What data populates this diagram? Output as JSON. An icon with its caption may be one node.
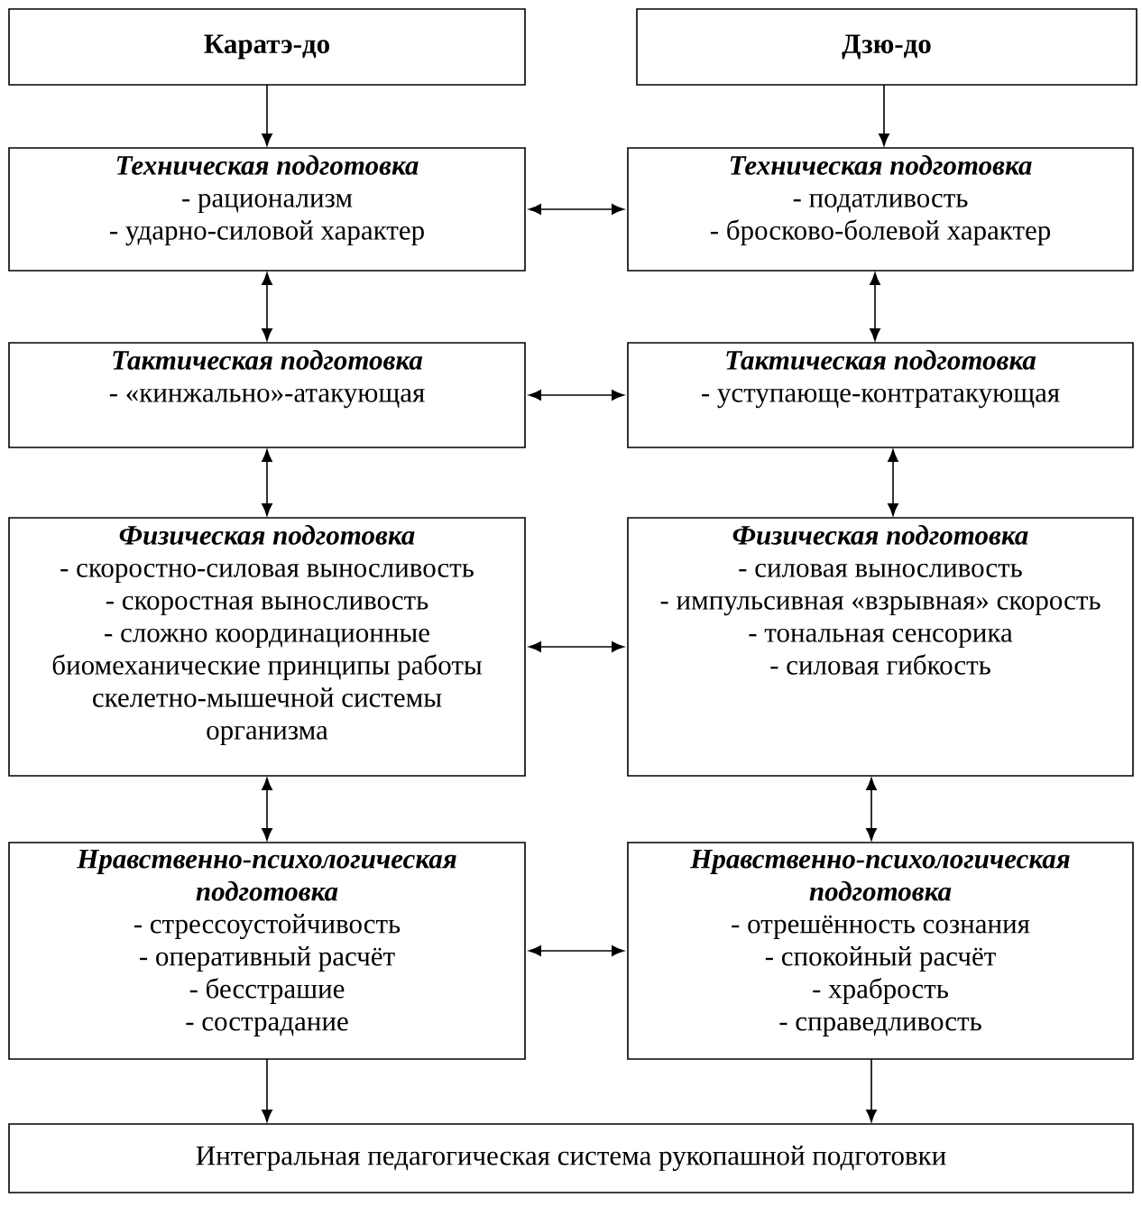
{
  "diagram": {
    "nodes": [
      {
        "text": [
          "Каратэ-до"
        ]
      },
      {
        "text": [
          "Дзю-до"
        ]
      },
      {
        "text": [
          "Техническая подготовка",
          "- рационализм",
          "- ударно-силовой характер"
        ]
      },
      {
        "text": [
          "Техническая подготовка",
          "- податливость",
          "- бросково-болевой характер"
        ]
      },
      {
        "text": [
          "Тактическая подготовка",
          "- «кинжально»-атакующая"
        ]
      },
      {
        "text": [
          "Тактическая подготовка",
          "- уступающе-контратакующая"
        ]
      },
      {
        "text": [
          "Физическая подготовка",
          "- скоростно-силовая выносливость",
          "- скоростная выносливость",
          "- сложно координационные биомеханические принципы работы скелетно-мышечной системы организма"
        ]
      },
      {
        "text": [
          "Физическая подготовка",
          "- силовая выносливость",
          "- импульсивная «взрывная» скорость",
          "- тональная сенсорика",
          "- силовая гибкость"
        ]
      },
      {
        "text": [
          "Нравственно-психологическая подготовка",
          "- стрессоустойчивость",
          "- оперативный расчёт",
          "- бесстрашие",
          "- сострадание"
        ]
      },
      {
        "text": [
          "Нравственно-психологическая подготовка",
          "- отрешённость сознания",
          "- спокойный расчёт",
          "- храбрость",
          "- справедливость"
        ]
      },
      {
        "text": [
          "Интегральная педагогическая система рукопашной подготовки"
        ]
      }
    ],
    "edges": [
      {
        "from": 0,
        "to": 2,
        "arrow": "to"
      },
      {
        "from": 1,
        "to": 3,
        "arrow": "to"
      },
      {
        "from": 2,
        "to": 3,
        "arrow": "both"
      },
      {
        "from": 2,
        "to": 4,
        "arrow": "both"
      },
      {
        "from": 3,
        "to": 5,
        "arrow": "both"
      },
      {
        "from": 4,
        "to": 5,
        "arrow": "both"
      },
      {
        "from": 4,
        "to": 6,
        "arrow": "both"
      },
      {
        "from": 5,
        "to": 7,
        "arrow": "both"
      },
      {
        "from": 6,
        "to": 7,
        "arrow": "both"
      },
      {
        "from": 6,
        "to": 8,
        "arrow": "both"
      },
      {
        "from": 7,
        "to": 9,
        "arrow": "both"
      },
      {
        "from": 8,
        "to": 9,
        "arrow": "both"
      },
      {
        "from": 8,
        "to": 10,
        "arrow": "to"
      },
      {
        "from": 9,
        "to": 10,
        "arrow": "to"
      }
    ]
  }
}
